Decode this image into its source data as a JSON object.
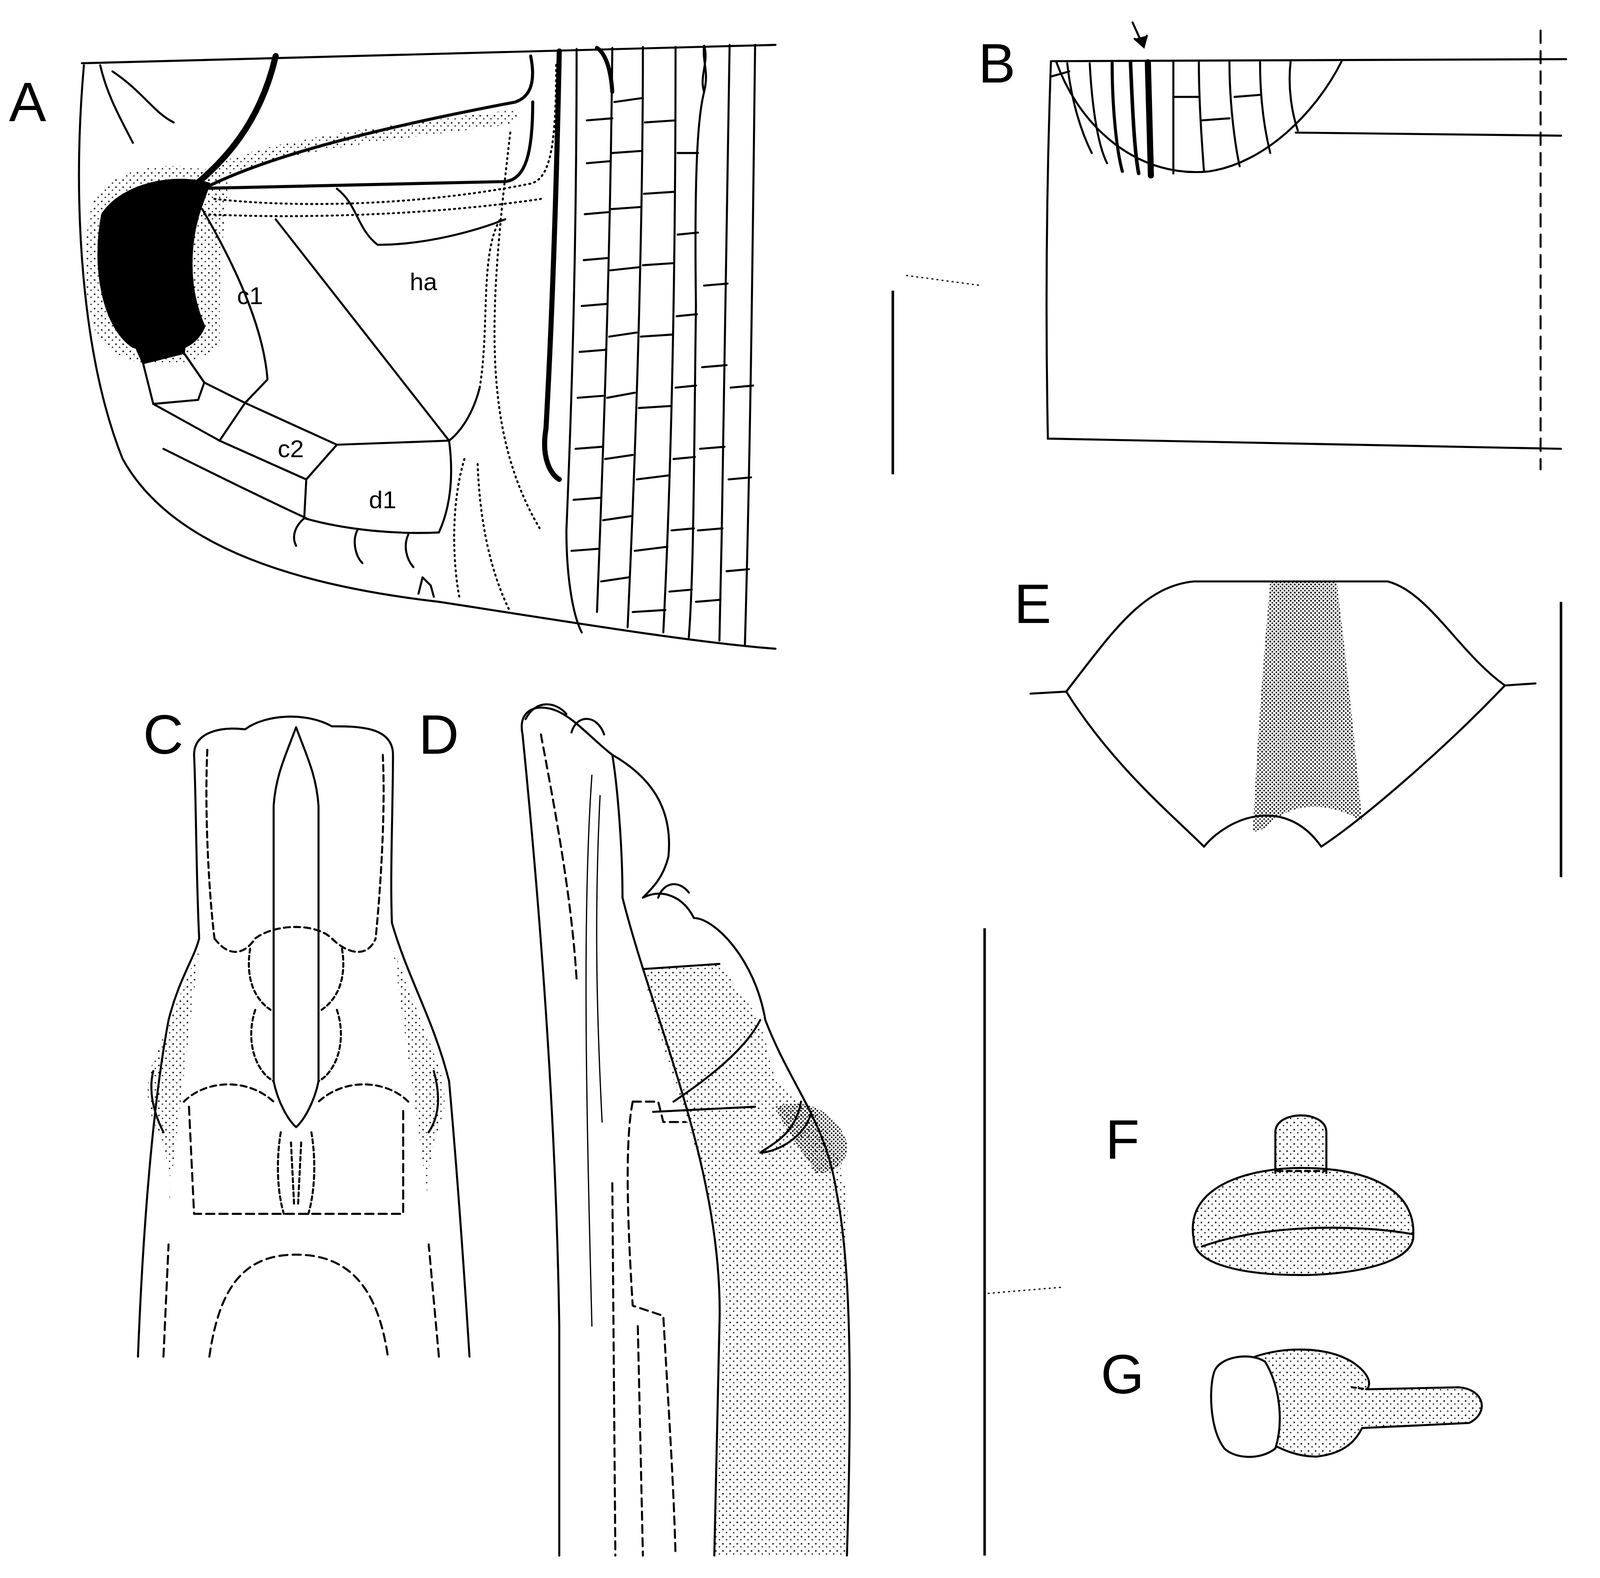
{
  "diagram": {
    "labels": [
      "A",
      "B",
      "C",
      "D",
      "E",
      "F",
      "G",
      "c1",
      "ha",
      "c2",
      "d1"
    ]
  }
}
